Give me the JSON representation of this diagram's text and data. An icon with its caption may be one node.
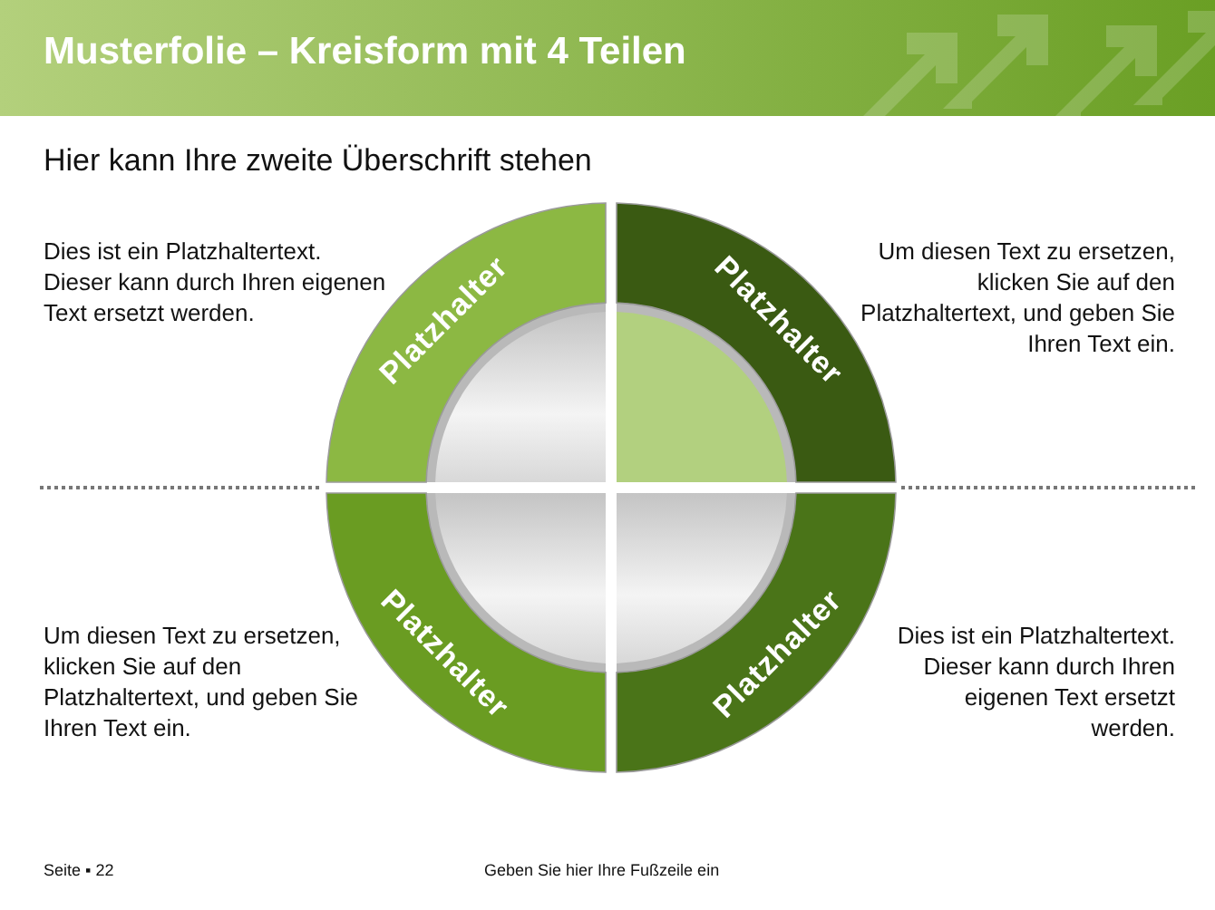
{
  "diagram": {
    "title": "Musterfolie – Kreisform mit 4 Teilen",
    "nodes": [
      {
        "text": [
          "Platzhalter"
        ]
      },
      {
        "text": [
          "Platzhalter"
        ]
      },
      {
        "text": [
          "Platzhalter"
        ]
      },
      {
        "text": [
          "Platzhalter"
        ]
      }
    ],
    "labels": [
      "Hier kann Ihre zweite Überschrift stehen",
      "Dies ist ein Platzhaltertext. Dieser kann durch Ihren eigenen Text ersetzt werden.",
      "Um diesen Text zu ersetzen, klicken Sie auf den Platzhaltertext, und geben Sie Ihren Text ein.",
      "Um diesen Text zu ersetzen, klicken Sie auf den Platzhaltertext, und geben Sie Ihren Text ein.",
      "Dies ist ein Platzhaltertext. Dieser kann durch Ihren eigenen Text ersetzt werden.",
      "Seite ▪ 22",
      "Geben Sie hier Ihre Fußzeile ein"
    ]
  }
}
